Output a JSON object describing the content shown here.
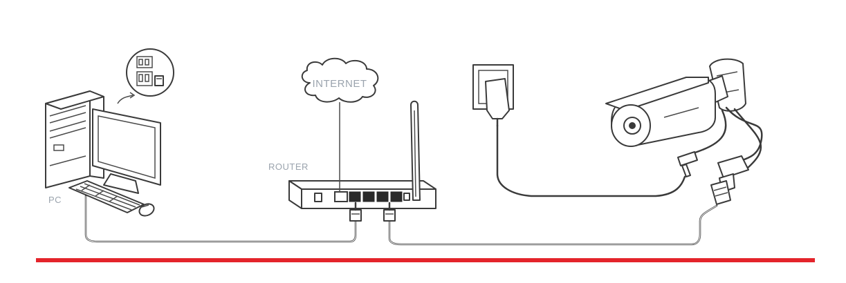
{
  "labels": {
    "pc": "PC",
    "router": "ROUTER",
    "internet": "INTERNET"
  },
  "colors": {
    "divider": "#e4242b",
    "label": "#9aa3ad",
    "outline": "#3a3a3a"
  },
  "icons": [
    "desktop-computer-icon",
    "usb-ports-icon",
    "router-icon",
    "internet-cloud-icon",
    "wall-outlet-icon",
    "power-adapter-icon",
    "bullet-camera-icon",
    "ethernet-cable-icon"
  ]
}
